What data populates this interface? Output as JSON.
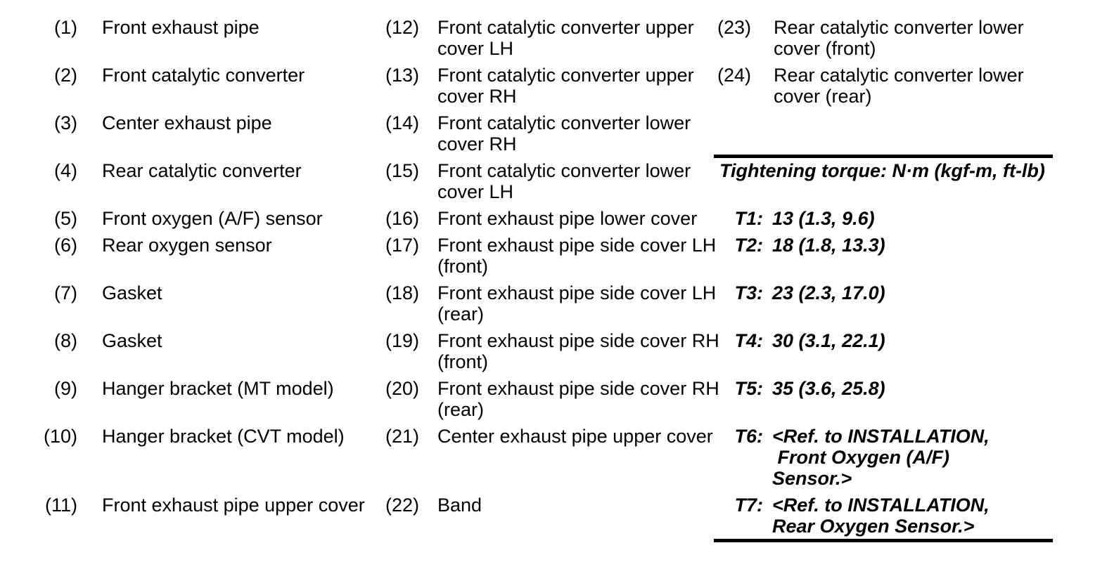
{
  "colors": {
    "background": "#ffffff",
    "text": "#000000",
    "rule": "#000000"
  },
  "parts": {
    "col1": [
      {
        "num": "(1)",
        "label": "Front exhaust pipe"
      },
      {
        "num": "(2)",
        "label": "Front catalytic converter"
      },
      {
        "num": "(3)",
        "label": "Center exhaust pipe"
      },
      {
        "num": "(4)",
        "label": "Rear catalytic converter"
      },
      {
        "num": "(5)",
        "label": "Front oxygen (A/F) sensor"
      },
      {
        "num": "(6)",
        "label": "Rear oxygen sensor"
      },
      {
        "num": "(7)",
        "label": "Gasket"
      },
      {
        "num": "(8)",
        "label": "Gasket"
      },
      {
        "num": "(9)",
        "label": "Hanger bracket (MT model)"
      },
      {
        "num": "(10)",
        "label": "Hanger bracket (CVT model)"
      },
      {
        "num": "(11)",
        "label": "Front exhaust pipe upper cover"
      }
    ],
    "col2": [
      {
        "num": "(12)",
        "label": "Front catalytic converter upper\ncover LH"
      },
      {
        "num": "(13)",
        "label": "Front catalytic converter upper\ncover RH"
      },
      {
        "num": "(14)",
        "label": "Front catalytic converter lower\ncover RH"
      },
      {
        "num": "(15)",
        "label": "Front catalytic converter lower\ncover LH"
      },
      {
        "num": "(16)",
        "label": "Front exhaust pipe lower cover"
      },
      {
        "num": "(17)",
        "label": "Front exhaust pipe side cover LH\n(front)"
      },
      {
        "num": "(18)",
        "label": "Front exhaust pipe side cover LH\n(rear)"
      },
      {
        "num": "(19)",
        "label": "Front exhaust pipe side cover RH\n(front)"
      },
      {
        "num": "(20)",
        "label": "Front exhaust pipe side cover RH\n(rear)"
      },
      {
        "num": "(21)",
        "label": "Center exhaust pipe upper cover"
      },
      {
        "num": "(22)",
        "label": "Band"
      }
    ],
    "col3": [
      {
        "num": "(23)",
        "label": "Rear catalytic converter lower\ncover (front)"
      },
      {
        "num": "(24)",
        "label": "Rear catalytic converter lower\ncover (rear)"
      }
    ]
  },
  "torque": {
    "title": "Tightening torque: N·m (kgf-m, ft-lb)",
    "rows": [
      {
        "label": "T1:",
        "value": "13 (1.3, 9.6)"
      },
      {
        "label": "T2:",
        "value": "18 (1.8, 13.3)"
      },
      {
        "label": "T3:",
        "value": "23 (2.3, 17.0)"
      },
      {
        "label": "T4:",
        "value": "30 (3.1, 22.1)"
      },
      {
        "label": "T5:",
        "value": "35 (3.6, 25.8)"
      },
      {
        "label": "T6:",
        "value": "<Ref. to INSTALLATION,\n Front Oxygen (A/F)\nSensor.>"
      },
      {
        "label": "T7:",
        "value": "<Ref. to INSTALLATION,\nRear Oxygen Sensor.>"
      }
    ]
  }
}
